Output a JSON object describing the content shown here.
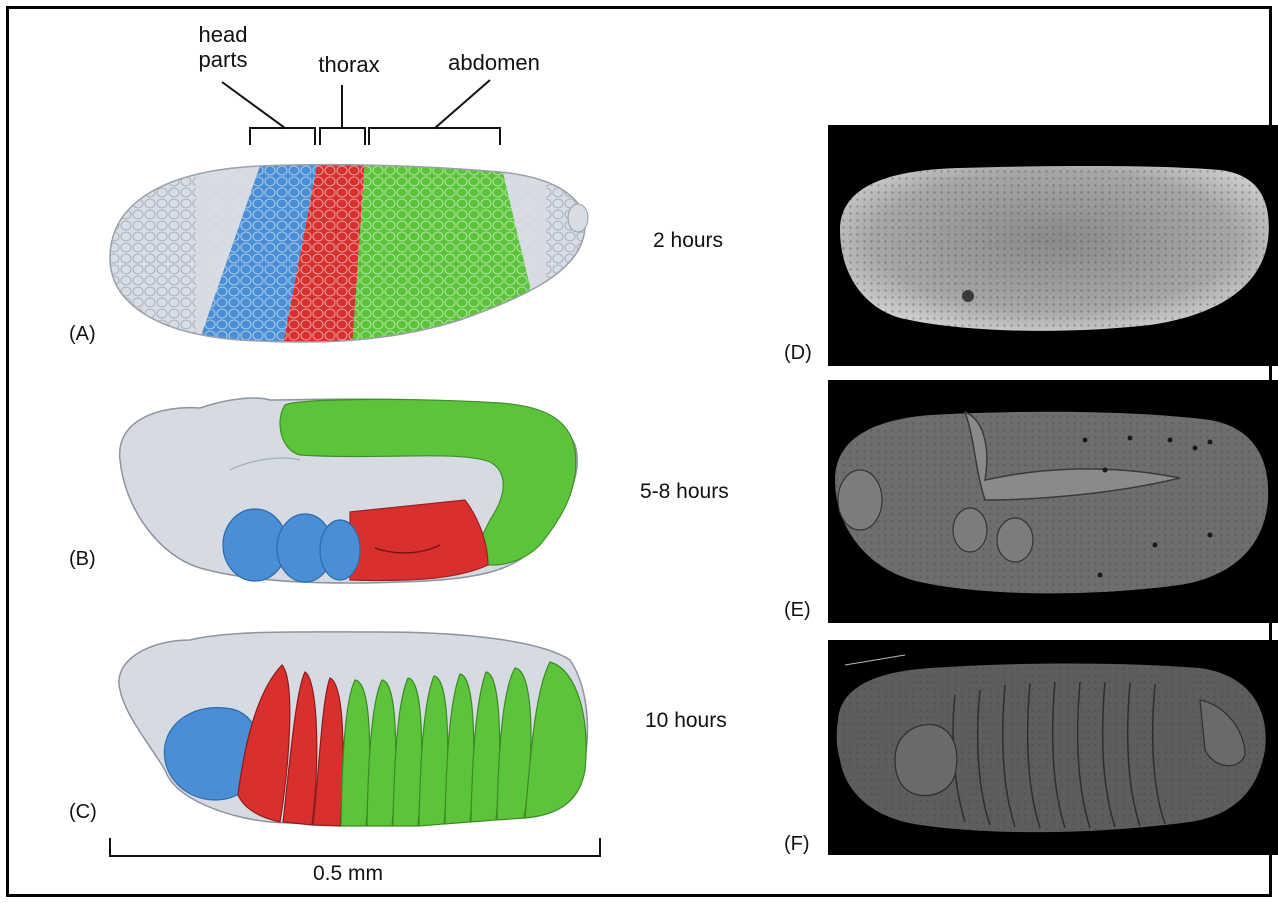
{
  "regions": {
    "head": "head",
    "parts": "parts",
    "thorax": "thorax",
    "abdomen": "abdomen"
  },
  "panels": {
    "a": "(A)",
    "b": "(B)",
    "c": "(C)",
    "d": "(D)",
    "e": "(E)",
    "f": "(F)"
  },
  "times": {
    "t1": "2 hours",
    "t2": "5-8 hours",
    "t3": "10 hours"
  },
  "scale_bar": "0.5 mm",
  "colors": {
    "head_parts": "#4a8fd6",
    "thorax": "#d8302f",
    "abdomen": "#5cc43a",
    "unspecified": "#d6dbe3",
    "sem_background": "#000000",
    "sem_specimen": "#9a9a9a"
  }
}
